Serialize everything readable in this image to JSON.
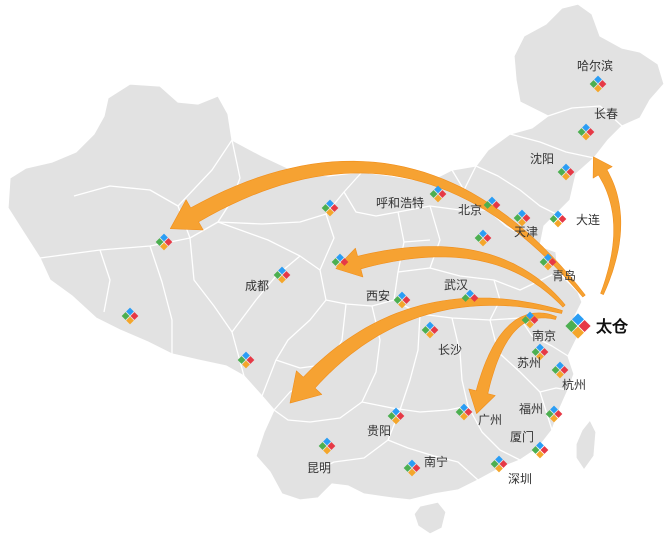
{
  "map": {
    "colors": {
      "land": "#e2e2e2",
      "border": "#ffffff",
      "arrow": "#f6a232",
      "arrow_edge": "#f08e1b",
      "marker": [
        "#e63946",
        "#2a9df4",
        "#f4a62a",
        "#4caf50"
      ]
    },
    "hub": {
      "name": "太仓"
    },
    "cities": [
      {
        "id": "haerbin",
        "name": "哈尔滨"
      },
      {
        "id": "changchun",
        "name": "长春"
      },
      {
        "id": "shenyang",
        "name": "沈阳"
      },
      {
        "id": "dalian",
        "name": "大连"
      },
      {
        "id": "huhehaote",
        "name": "呼和浩特"
      },
      {
        "id": "beijing",
        "name": "北京"
      },
      {
        "id": "tianjin",
        "name": "天津"
      },
      {
        "id": "qingdao",
        "name": "青岛"
      },
      {
        "id": "chengdu",
        "name": "成都"
      },
      {
        "id": "xian",
        "name": "西安"
      },
      {
        "id": "wuhan",
        "name": "武汉"
      },
      {
        "id": "nanjing",
        "name": "南京"
      },
      {
        "id": "suzhou",
        "name": "苏州"
      },
      {
        "id": "hangzhou",
        "name": "杭州"
      },
      {
        "id": "changsha",
        "name": "长沙"
      },
      {
        "id": "fuzhou",
        "name": "福州"
      },
      {
        "id": "guangzhou",
        "name": "广州"
      },
      {
        "id": "guiyang",
        "name": "贵阳"
      },
      {
        "id": "xiamen",
        "name": "厦门"
      },
      {
        "id": "kunming",
        "name": "昆明"
      },
      {
        "id": "nanning",
        "name": "南宁"
      },
      {
        "id": "shenzhen",
        "name": "深圳"
      }
    ],
    "routes": [
      {
        "id": "to-xinjiang"
      },
      {
        "id": "to-xian"
      },
      {
        "id": "to-yunnan"
      },
      {
        "id": "to-guangzhou"
      },
      {
        "id": "to-dongbei"
      }
    ]
  }
}
